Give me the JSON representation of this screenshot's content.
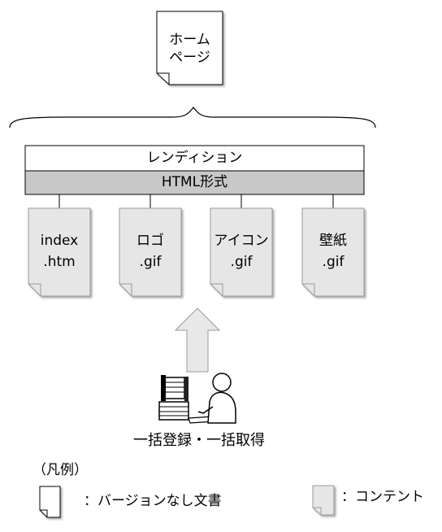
{
  "homepage": {
    "line1": "ホーム",
    "line2": "ページ"
  },
  "rendition": {
    "label": "レンディション"
  },
  "format": {
    "label": "HTML形式"
  },
  "files": [
    {
      "line1": "index",
      "line2": ".htm"
    },
    {
      "line1": "ロゴ",
      "line2": ".gif"
    },
    {
      "line1": "アイコン",
      "line2": ".gif"
    },
    {
      "line1": "壁紙",
      "line2": ".gif"
    }
  ],
  "caption": "一括登録・一括取得",
  "legend": {
    "title": "（凡例）",
    "unversioned": "：バージョンなし文書",
    "content": "：コンテント"
  },
  "colors": {
    "content_fill": "#e6e6e6",
    "format_bar": "#c8c8c8",
    "arrow_fill": "#e8e8e8",
    "stroke": "#000000"
  }
}
